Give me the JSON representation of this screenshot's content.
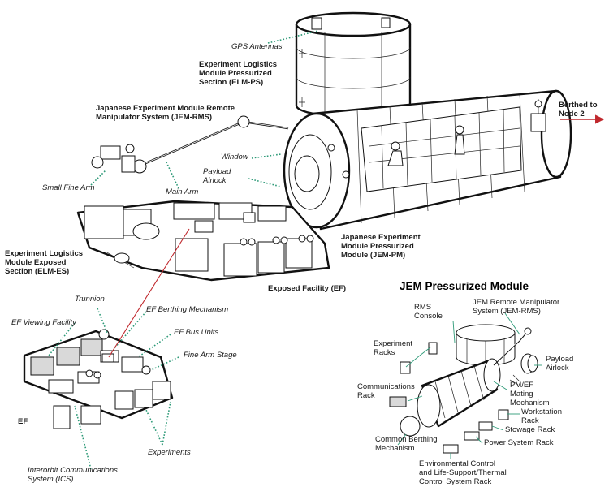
{
  "colors": {
    "leader": "#2e9a78",
    "arrow": "#c0282d",
    "outline": "#111111"
  },
  "labels": {
    "gps_antennas": "GPS Antennas",
    "elm_ps": "Experiment Logistics\nModule Pressurized\nSection (ELM-PS)",
    "jem_rms": "Japanese Experiment Module Remote\nManipulator System (JEM-RMS)",
    "berthed": "Berthed to\nNode 2",
    "window": "Window",
    "payload_airlock": "Payload\nAirlock",
    "small_fine_arm": "Small Fine Arm",
    "main_arm": "Main Arm",
    "elm_es": "Experiment Logistics\nModule Exposed\nSection (ELM-ES)",
    "jem_pm": "Japanese Experiment\nModule Pressurized\nModule (JEM-PM)",
    "ef": "Exposed Facility (EF)"
  },
  "ef_detail": {
    "trunnion": "Trunnion",
    "viewing": "EF Viewing Facility",
    "berthing": "EF Berthing Mechanism",
    "bus_units": "EF Bus Units",
    "fine_arm_stage": "Fine Arm Stage",
    "ef": "EF",
    "experiments": "Experiments",
    "ics": "Interorbit Communications\nSystem (ICS)"
  },
  "pm_detail": {
    "title": "JEM Pressurized Module",
    "jem_rms": "JEM Remote Manipulator\nSystem (JEM-RMS)",
    "rms_console": "RMS\nConsole",
    "experiment_racks": "Experiment\nRacks",
    "payload_airlock": "Payload\nAirlock",
    "communications_rack": "Communications\nRack",
    "mating": "PM/EF\nMating\nMechanism",
    "workstation": "Workstation\nRack",
    "stowage": "Stowage Rack",
    "power": "Power System Rack",
    "cbm": "Common Berthing\nMechanism",
    "eclss": "Environmental Control\nand Life-Support/Thermal\nControl System Rack"
  }
}
